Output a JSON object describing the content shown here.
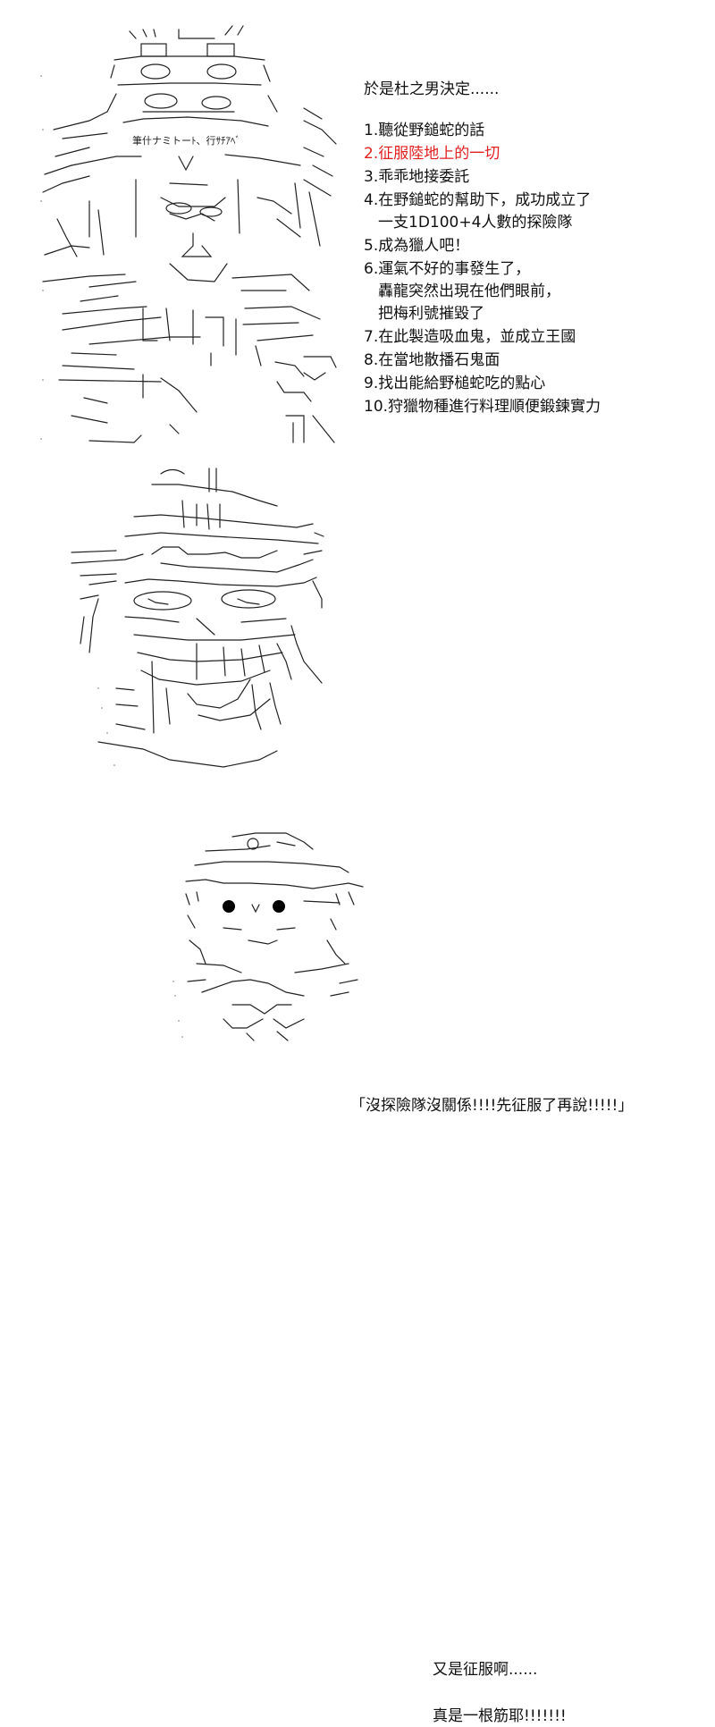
{
  "panel1": {
    "intro": "於是杜之男決定......",
    "options": [
      {
        "lines": [
          "1.聽從野鎚蛇的話"
        ],
        "highlight": false
      },
      {
        "lines": [
          "2.征服陸地上的一切"
        ],
        "highlight": true
      },
      {
        "lines": [
          "3.乖乖地接委託"
        ],
        "highlight": false
      },
      {
        "lines": [
          "4.在野鎚蛇的幫助下，成功成立了",
          "一支1D100+4人數的探險隊"
        ],
        "highlight": false
      },
      {
        "lines": [
          "5.成為獵人吧！"
        ],
        "highlight": false
      },
      {
        "lines": [
          "6.運氣不好的事發生了，",
          "轟龍突然出現在他們眼前，",
          "把梅利號摧毀了"
        ],
        "highlight": false
      },
      {
        "lines": [
          "7.在此製造吸血鬼，並成立王國"
        ],
        "highlight": false
      },
      {
        "lines": [
          "8.在當地散播石鬼面"
        ],
        "highlight": false
      },
      {
        "lines": [
          "9.找出能給野槌蛇吃的點心"
        ],
        "highlight": false
      },
      {
        "lines": [
          "10.狩獵物種進行料理順便鍛鍊實力"
        ],
        "highlight": false
      }
    ],
    "art": {
      "header_text": "筆什ナミトーﾄ、行ｻﾁｱﾍﾞ",
      "icon": "muscular-man-ascii-art"
    }
  },
  "panel2": {
    "speech": "「沒探險隊沒關係!!!!先征服了再說!!!!!」",
    "art": {
      "icon": "grinning-man-with-cap-ascii-art"
    }
  },
  "panel3": {
    "reply_line1": "又是征服啊......",
    "reply_line2": "真是一根筋耶!!!!!!!",
    "art": {
      "icon": "girl-with-hat-ascii-art"
    }
  },
  "colors": {
    "text": "#111111",
    "highlight": "#e02020",
    "background": "#ffffff"
  }
}
